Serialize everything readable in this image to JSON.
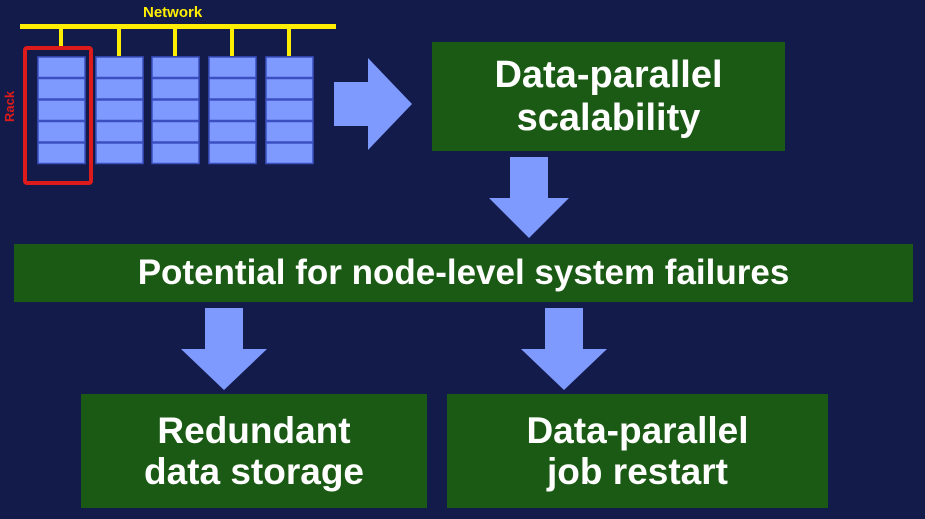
{
  "colors": {
    "background": "#131b4b",
    "box_fill": "#1b5a14",
    "box_text": "#ffffff",
    "arrow": "#7f9aff",
    "network_line": "#ffee00",
    "rack_highlight": "#dd1b1b",
    "node_fill": "#7f9aff",
    "node_border": "#3b4fc0"
  },
  "cluster": {
    "network_label": "Network",
    "rack_label": "Rack",
    "rack_count": 5,
    "nodes_per_rack": 5
  },
  "boxes": {
    "scalability": "Data-parallel\nscalability",
    "failures": "Potential for node-level system failures",
    "redundant": "Redundant\ndata storage",
    "restart": "Data-parallel\njob restart"
  },
  "icons": {
    "arrow_right": "arrow-right-icon",
    "arrow_down": "arrow-down-icon"
  }
}
